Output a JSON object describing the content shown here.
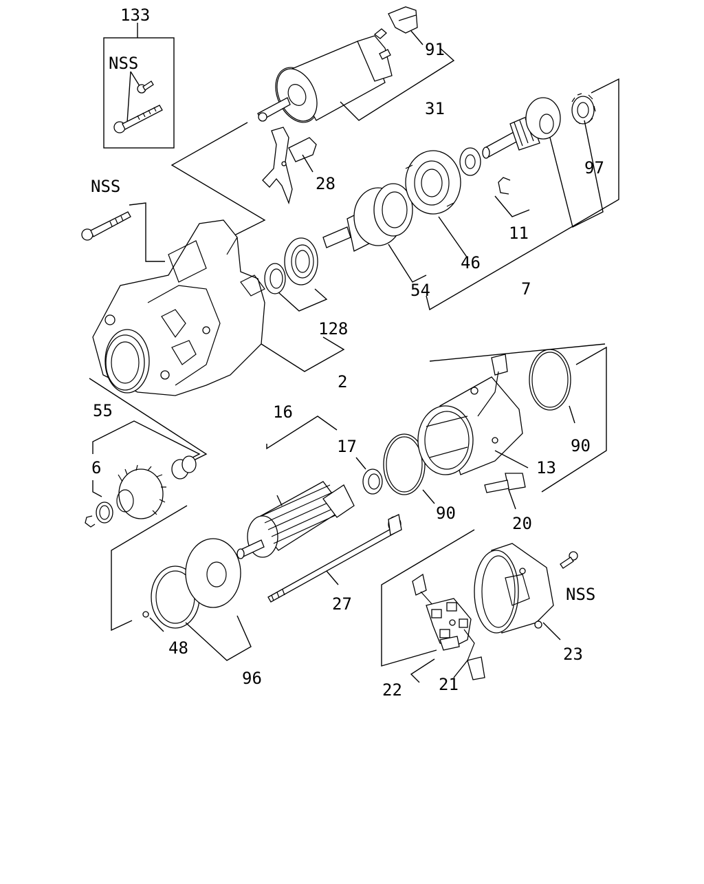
{
  "diagram": {
    "labels": {
      "p133": "133",
      "nss_box": "NSS",
      "p91": "91",
      "p31": "31",
      "p28": "28",
      "nss_bolt": "NSS",
      "p97": "97",
      "p11": "11",
      "p46": "46",
      "p7": "7",
      "p54": "54",
      "p128": "128",
      "p2": "2",
      "p55": "55",
      "p6": "6",
      "p16": "16",
      "p17": "17",
      "p90a": "90",
      "p90b": "90",
      "p13": "13",
      "p20": "20",
      "p27": "27",
      "nss_screw": "NSS",
      "p23": "23",
      "p48": "48",
      "p96": "96",
      "p22": "22",
      "p21": "21"
    }
  }
}
